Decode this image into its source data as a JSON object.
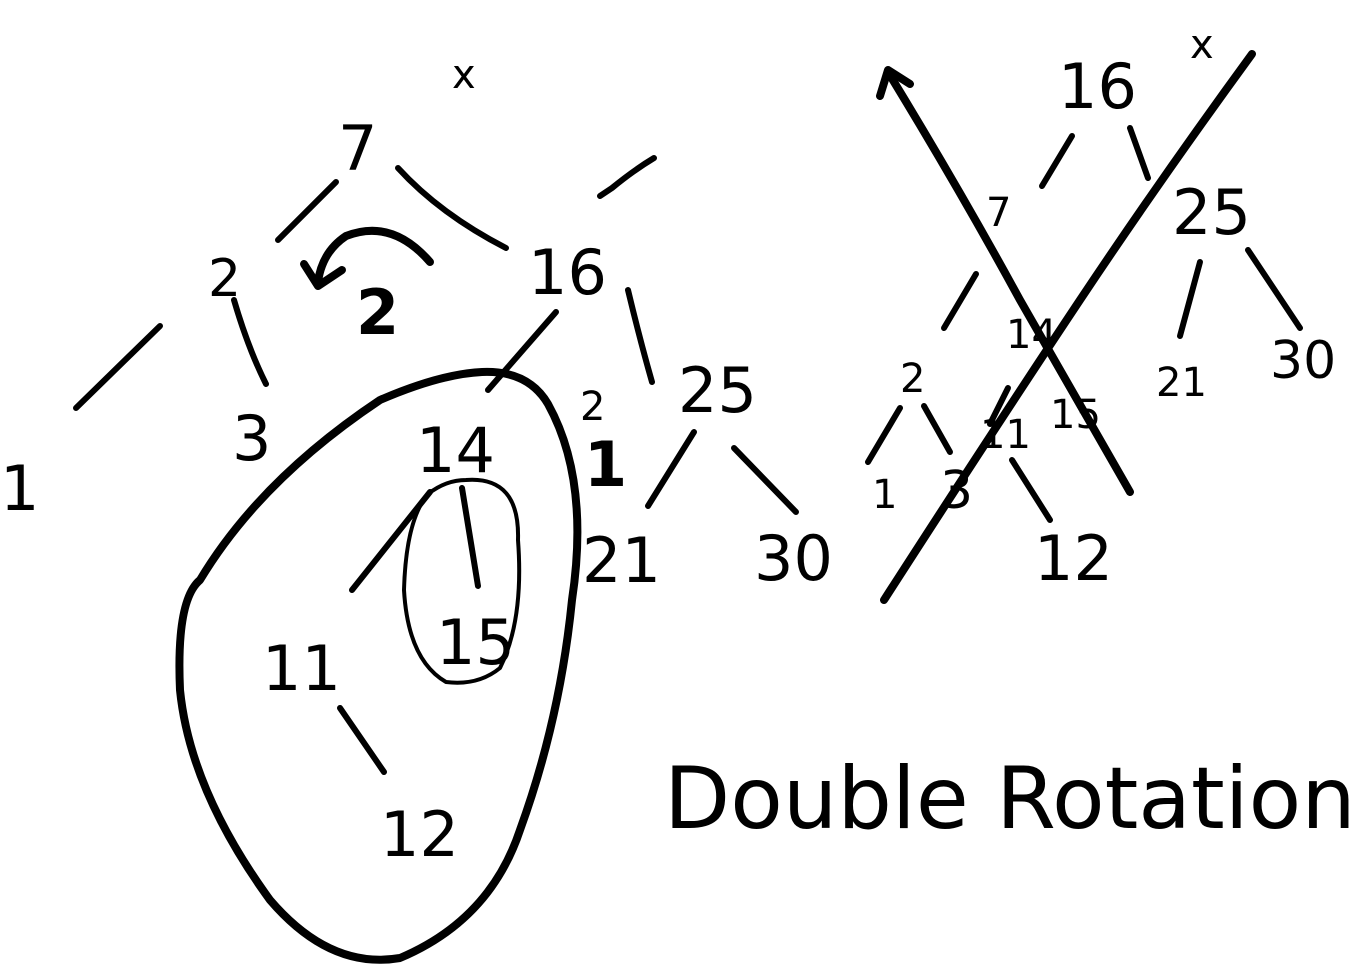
{
  "canvas": {
    "background": "#ffffff",
    "ink": "#000000"
  },
  "caption": "Double Rotation",
  "left_tree": {
    "annotations": {
      "root_mark": "x",
      "checkmark": "✓",
      "arrow_label": "2",
      "side_label_top": "2",
      "side_label_bottom": "1"
    },
    "nodes": [
      "7",
      "2",
      "1",
      "3",
      "16",
      "14",
      "11",
      "12",
      "15",
      "25",
      "21",
      "30"
    ]
  },
  "right_tree": {
    "annotations": {
      "root_mark": "x"
    },
    "nodes": [
      "16",
      "7",
      "25",
      "21",
      "30",
      "14",
      "2",
      "1",
      "3",
      "11",
      "12",
      "15"
    ]
  }
}
